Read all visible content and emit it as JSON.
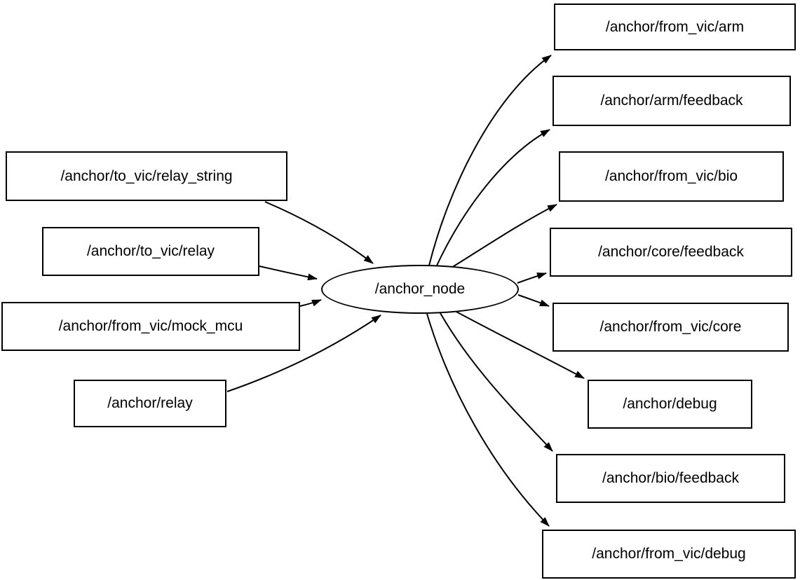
{
  "graph": {
    "center_node": {
      "label": "/anchor_node",
      "shape": "ellipse"
    },
    "input_topics": [
      {
        "label": "/anchor/to_vic/relay_string"
      },
      {
        "label": "/anchor/to_vic/relay"
      },
      {
        "label": "/anchor/from_vic/mock_mcu"
      },
      {
        "label": "/anchor/relay"
      }
    ],
    "output_topics": [
      {
        "label": "/anchor/from_vic/arm"
      },
      {
        "label": "/anchor/arm/feedback"
      },
      {
        "label": "/anchor/from_vic/bio"
      },
      {
        "label": "/anchor/core/feedback"
      },
      {
        "label": "/anchor/from_vic/core"
      },
      {
        "label": "/anchor/debug"
      },
      {
        "label": "/anchor/bio/feedback"
      },
      {
        "label": "/anchor/from_vic/debug"
      }
    ],
    "edges": [
      {
        "from": "/anchor/to_vic/relay_string",
        "to": "/anchor_node"
      },
      {
        "from": "/anchor/to_vic/relay",
        "to": "/anchor_node"
      },
      {
        "from": "/anchor/from_vic/mock_mcu",
        "to": "/anchor_node"
      },
      {
        "from": "/anchor/relay",
        "to": "/anchor_node"
      },
      {
        "from": "/anchor_node",
        "to": "/anchor/from_vic/arm"
      },
      {
        "from": "/anchor_node",
        "to": "/anchor/arm/feedback"
      },
      {
        "from": "/anchor_node",
        "to": "/anchor/from_vic/bio"
      },
      {
        "from": "/anchor_node",
        "to": "/anchor/core/feedback"
      },
      {
        "from": "/anchor_node",
        "to": "/anchor/from_vic/core"
      },
      {
        "from": "/anchor_node",
        "to": "/anchor/debug"
      },
      {
        "from": "/anchor_node",
        "to": "/anchor/bio/feedback"
      },
      {
        "from": "/anchor_node",
        "to": "/anchor/from_vic/debug"
      }
    ],
    "colors": {
      "background": "#ffffff",
      "node_fill": "#ffffff",
      "stroke": "#000000",
      "text": "#000000"
    }
  }
}
